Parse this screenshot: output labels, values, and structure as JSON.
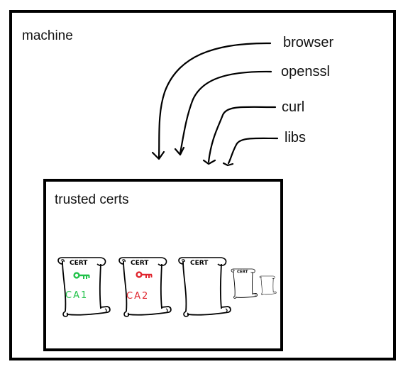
{
  "machine": {
    "label": "machine"
  },
  "clients": [
    {
      "id": "browser",
      "label": "browser"
    },
    {
      "id": "openssl",
      "label": "openssl"
    },
    {
      "id": "curl",
      "label": "curl"
    },
    {
      "id": "libs",
      "label": "libs"
    }
  ],
  "trust_store": {
    "label": "trusted certs",
    "certificates": [
      {
        "header": "CERT",
        "ca_label": "CA1",
        "key_color": "#22c24a"
      },
      {
        "header": "CERT",
        "ca_label": "CA2",
        "key_color": "#e0262f"
      },
      {
        "header": "CERT",
        "ca_label": "",
        "key_color": ""
      },
      {
        "header": "CERT",
        "ca_label": "",
        "key_color": ""
      },
      {
        "header": "",
        "ca_label": "",
        "key_color": ""
      }
    ]
  },
  "colors": {
    "line": "#000000",
    "ca1": "#22c24a",
    "ca2": "#e0262f"
  }
}
